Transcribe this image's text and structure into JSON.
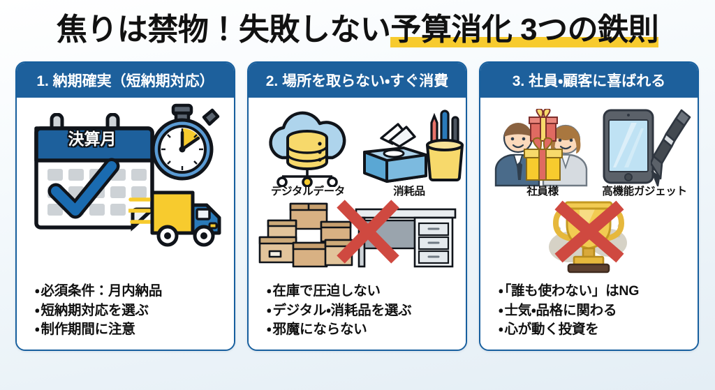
{
  "title": {
    "plain_part": "焦りは禁物！失敗しない",
    "highlight_part": "予算消化 3つの鉄則",
    "highlight_color": "#f7cb2e",
    "text_color": "#111111"
  },
  "theme": {
    "header_blue": "#1d609c",
    "border_blue": "#175f9e",
    "accent_yellow": "#f7cb2e",
    "x_mark_red": "#cf4940",
    "background": "#eaf2f7"
  },
  "cards": [
    {
      "header": "1. 納期確実（短納期対応）",
      "art": {
        "calendar_label": "決算月",
        "icons": [
          "calendar-icon",
          "stopwatch-icon",
          "delivery-truck-icon",
          "checkmark-icon"
        ]
      },
      "captions": [],
      "bullets": [
        "必須条件：月内納品",
        "短納期対応を選ぶ",
        "制作期間に注意"
      ]
    },
    {
      "header": "2. 場所を取らない・すぐ消費",
      "art": {
        "icons": [
          "cloud-database-icon",
          "tissue-box-icon",
          "pen-cup-icon",
          "cardboard-boxes-icon",
          "office-desk-icon",
          "red-x-icon"
        ]
      },
      "captions": [
        "デジタルデータ",
        "消耗品"
      ],
      "bullets": [
        "在庫で圧迫しない",
        "デジタル・消耗品を選ぶ",
        "邪魔にならない"
      ]
    },
    {
      "header": "3. 社員・顧客に喜ばれる",
      "art": {
        "icons": [
          "employees-with-gifts-icon",
          "tablet-icon",
          "pen-icon",
          "trophy-icon",
          "red-x-icon"
        ]
      },
      "captions": [
        "社員様",
        "高機能ガジェット"
      ],
      "bullets": [
        "「誰も使わない」はNG",
        "士気・品格に関わる",
        "心が動く投資を"
      ]
    }
  ]
}
